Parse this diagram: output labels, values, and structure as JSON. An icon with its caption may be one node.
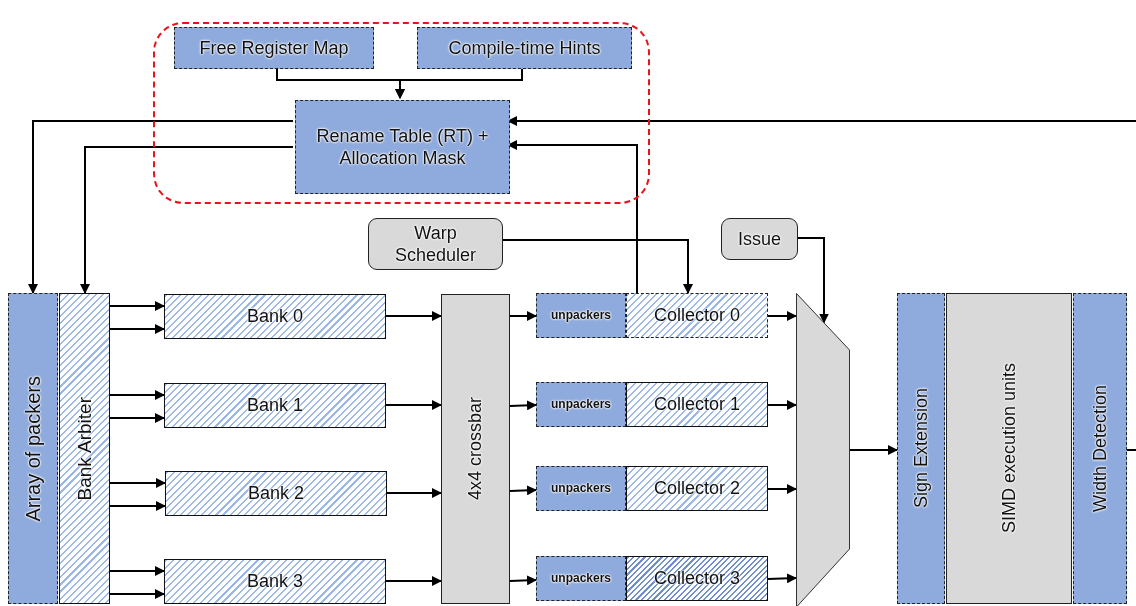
{
  "diagram": {
    "nodes": [
      {
        "text": [],
        "shape": "box"
      },
      {
        "text": [
          "Free Register Map"
        ],
        "in": 0
      },
      {
        "text": [
          "Compile-time Hints"
        ],
        "in": 0
      },
      {
        "text": [
          "Rename Table (RT) + Allocation Mask"
        ],
        "in": 0
      },
      {
        "text": [
          "Warp Scheduler"
        ]
      },
      {
        "text": [
          "Issue"
        ]
      },
      {
        "text": [
          "Array of packers"
        ]
      },
      {
        "text": [
          "Bank Arbiter"
        ]
      },
      {
        "text": [
          "Bank 0"
        ]
      },
      {
        "text": [
          "Bank 1"
        ]
      },
      {
        "text": [
          "Bank 2"
        ]
      },
      {
        "text": [
          "Bank 3"
        ]
      },
      {
        "text": [
          "4x4 crossbar"
        ]
      },
      {
        "text": [
          "unpackers"
        ]
      },
      {
        "text": [
          "Collector 0"
        ]
      },
      {
        "text": [
          "unpackers"
        ]
      },
      {
        "text": [
          "Collector 1"
        ]
      },
      {
        "text": [
          "unpackers"
        ]
      },
      {
        "text": [
          "Collector 2"
        ]
      },
      {
        "text": [
          "unpackers"
        ]
      },
      {
        "text": [
          "Collector 3"
        ]
      },
      {
        "text": [],
        "shape": "trapezoid"
      },
      {
        "text": [
          "Sign Extension"
        ]
      },
      {
        "text": [
          "SIMD execution units"
        ]
      },
      {
        "text": [
          "Width Detection"
        ]
      }
    ],
    "edges": [
      {
        "from": 1,
        "to": 3,
        "arrow": "to"
      },
      {
        "from": 2,
        "to": 3,
        "arrow": "to"
      },
      {
        "from": 3,
        "to": 6,
        "arrow": "to"
      },
      {
        "from": 3,
        "to": 7,
        "arrow": "to"
      },
      {
        "from": 14,
        "to": 3,
        "arrow": "to"
      },
      {
        "from": null,
        "to": 3,
        "arrow": "to"
      },
      {
        "from": 24,
        "to": null,
        "arrow": "none"
      },
      {
        "from": 4,
        "to": 14,
        "arrow": "to"
      },
      {
        "from": 5,
        "to": 21,
        "arrow": "to"
      },
      {
        "from": 7,
        "to": 8,
        "arrow": "to"
      },
      {
        "from": 7,
        "to": 8,
        "arrow": "to"
      },
      {
        "from": 7,
        "to": 9,
        "arrow": "to"
      },
      {
        "from": 7,
        "to": 9,
        "arrow": "to"
      },
      {
        "from": 7,
        "to": 10,
        "arrow": "to"
      },
      {
        "from": 7,
        "to": 10,
        "arrow": "to"
      },
      {
        "from": 7,
        "to": 11,
        "arrow": "to"
      },
      {
        "from": 7,
        "to": 11,
        "arrow": "to"
      },
      {
        "from": 8,
        "to": 12,
        "arrow": "to"
      },
      {
        "from": 9,
        "to": 12,
        "arrow": "to"
      },
      {
        "from": 10,
        "to": 12,
        "arrow": "to"
      },
      {
        "from": 11,
        "to": 12,
        "arrow": "to"
      },
      {
        "from": 12,
        "to": 13,
        "arrow": "to"
      },
      {
        "from": 12,
        "to": 15,
        "arrow": "to"
      },
      {
        "from": 12,
        "to": 17,
        "arrow": "to"
      },
      {
        "from": 12,
        "to": 19,
        "arrow": "to"
      },
      {
        "from": 14,
        "to": 21,
        "arrow": "to"
      },
      {
        "from": 16,
        "to": 21,
        "arrow": "to"
      },
      {
        "from": 18,
        "to": 21,
        "arrow": "to"
      },
      {
        "from": 20,
        "to": 21,
        "arrow": "to"
      },
      {
        "from": 21,
        "to": 22,
        "arrow": "to"
      }
    ]
  }
}
